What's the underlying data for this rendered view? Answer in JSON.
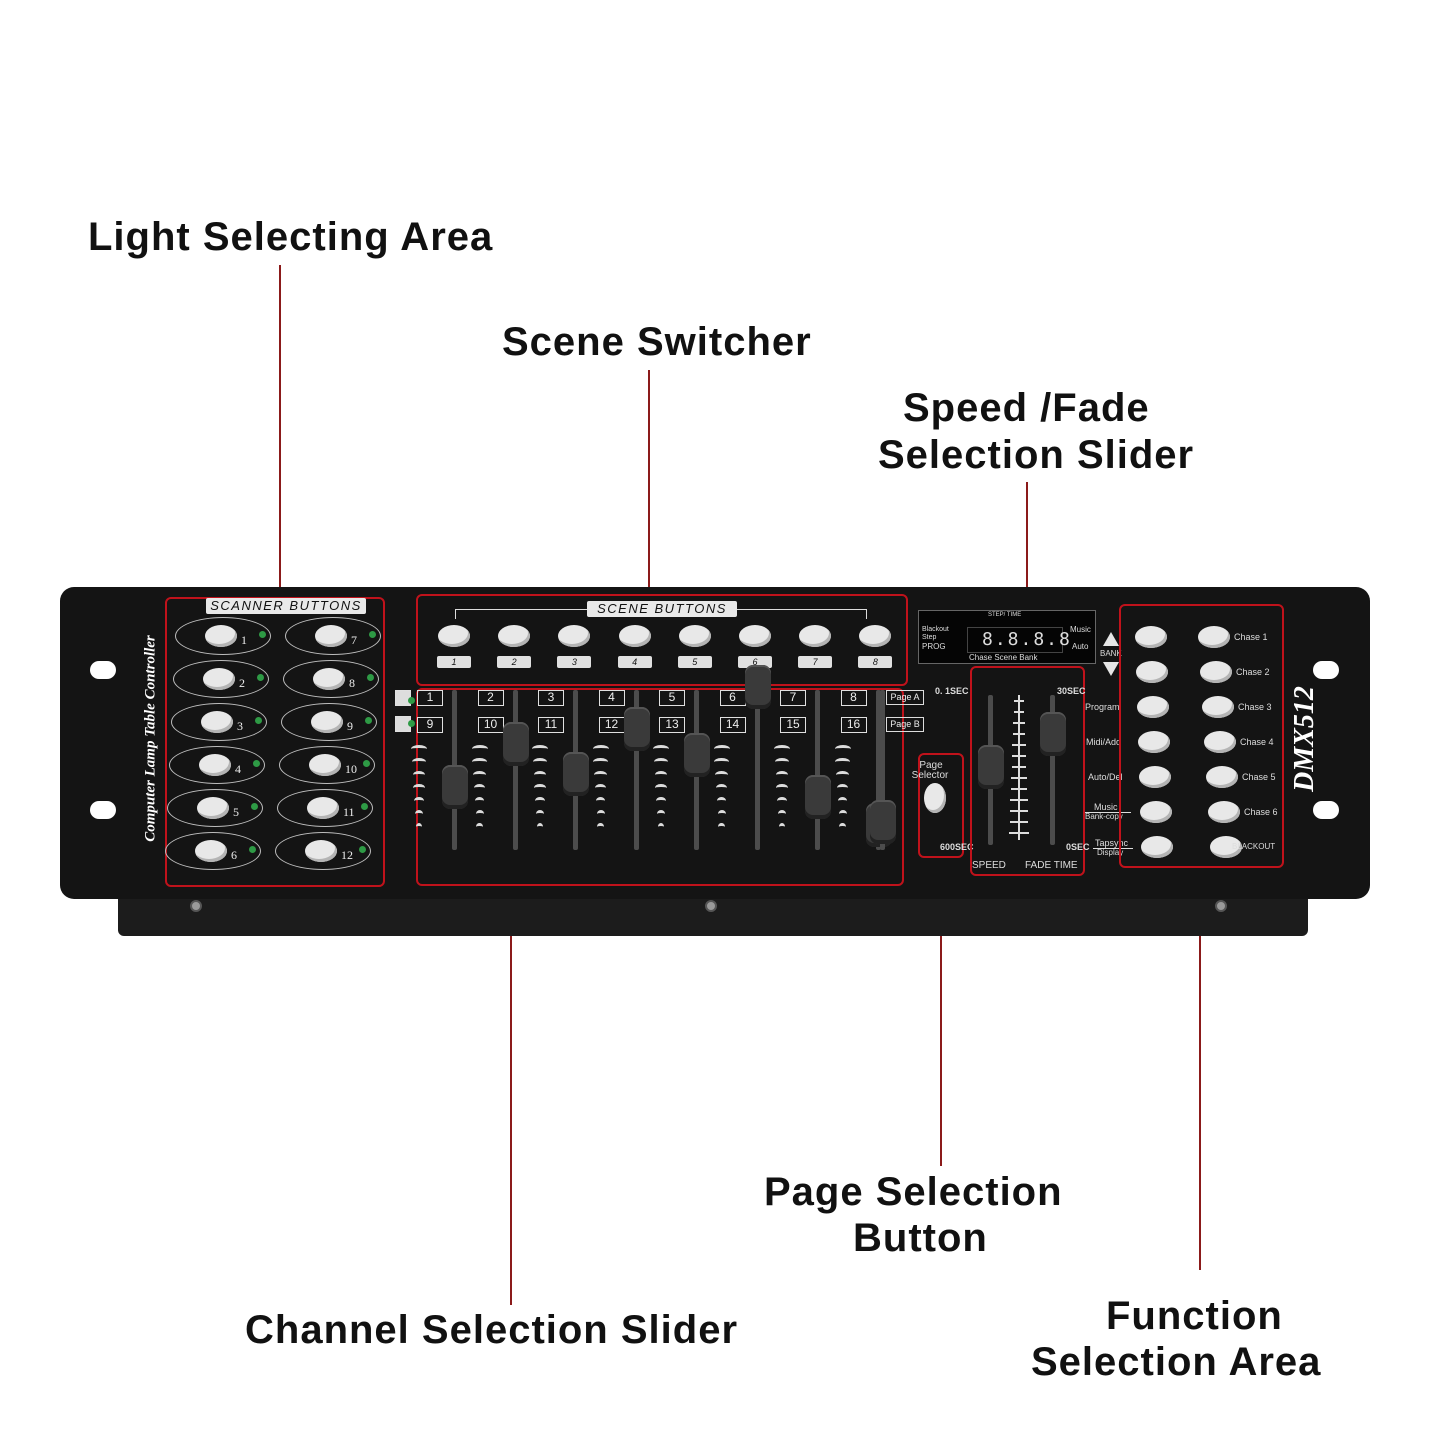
{
  "callouts": {
    "light": "Light Selecting Area",
    "scene": "Scene Switcher",
    "speed_line1": "Speed /Fade",
    "speed_line2": "Selection Slider",
    "page_line1": "Page Selection",
    "page_line2": "Button",
    "channel": "Channel Selection Slider",
    "function_line1": "Function",
    "function_line2": "Selection Area"
  },
  "device": {
    "side_label": "Computer Lamp Table Controller",
    "model": "DMX512",
    "scanner_label": "SCANNER  BUTTONS",
    "scanner_numbers": [
      "1",
      "2",
      "3",
      "4",
      "5",
      "6",
      "7",
      "8",
      "9",
      "10",
      "11",
      "12"
    ],
    "scene_label": "SCENE  BUTTONS",
    "scene_numbers": [
      "1",
      "2",
      "3",
      "4",
      "5",
      "6",
      "7",
      "8"
    ],
    "channels_top": [
      "1",
      "2",
      "3",
      "4",
      "5",
      "6",
      "7",
      "8"
    ],
    "channels_bottom": [
      "9",
      "10",
      "11",
      "12",
      "13",
      "14",
      "15",
      "16"
    ],
    "page_a": "Page A",
    "page_b": "Page B",
    "page_selector_line1": "Page",
    "page_selector_line2": "Selector",
    "time_0_1": "0. 1SEC",
    "time_600": "600SEC",
    "time_30": "30SEC",
    "time_0": "0SEC",
    "speed": "SPEED",
    "fade_time": "FADE TIME",
    "display_top": "STEP/ TIME",
    "display_digits": "8.8.8.8",
    "display_left": [
      "Blackout",
      "Step",
      "PROG"
    ],
    "display_right": [
      "Music",
      "Auto"
    ],
    "display_bottom": "Chase  Scene  Bank",
    "bank": "BANK",
    "modes": [
      "Program",
      "Midi/Add",
      "Auto/Del",
      "Music",
      "Bank-copy",
      "Tapsync",
      "Display"
    ],
    "functions": [
      "Chase 1",
      "Chase 2",
      "Chase 3",
      "Chase 4",
      "Chase 5",
      "Chase 6",
      "BLACKOUT"
    ]
  }
}
